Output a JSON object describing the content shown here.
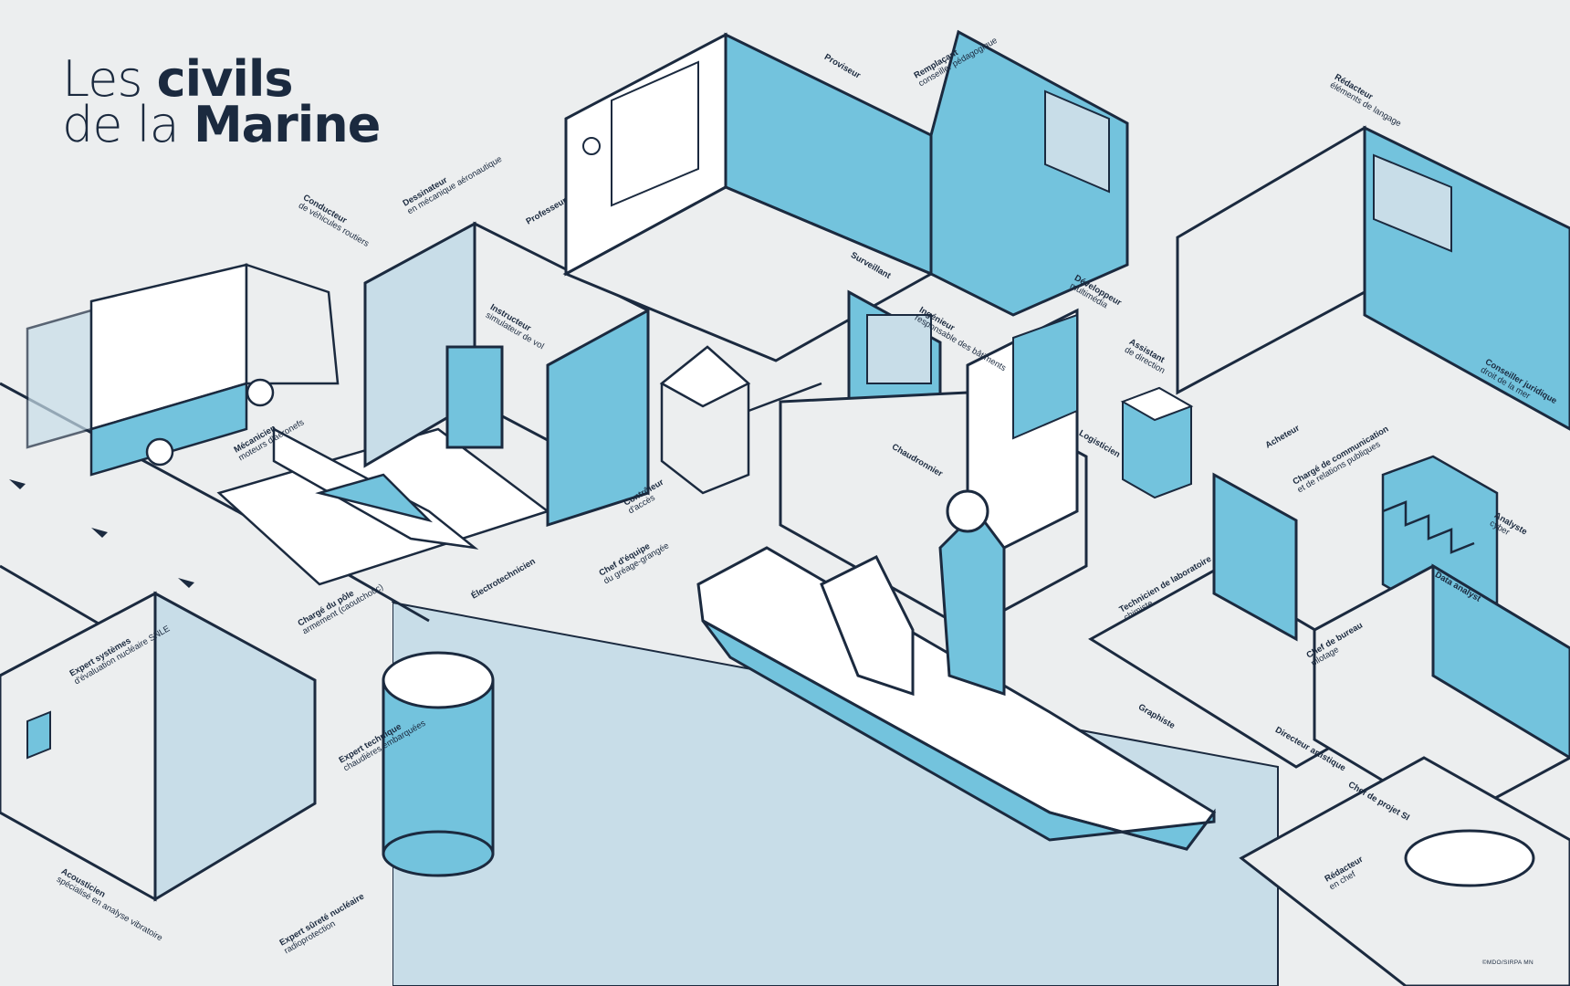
{
  "title": {
    "line1_light": "Les",
    "line1_bold": "civils",
    "line2_light": "de la",
    "line2_bold": "Marine"
  },
  "credit": "©MDO/SIRPA MN",
  "colors": {
    "blue": "#73c3dd",
    "light_blue": "#c8dde8",
    "navy": "#1b2a3f",
    "grey": "#eceeef",
    "white": "#ffffff"
  },
  "labels": [
    {
      "role": "Proviseur",
      "desc": ""
    },
    {
      "role": "Remplaçant",
      "desc": "conseiller pédagogique"
    },
    {
      "role": "Rédacteur",
      "desc": "éléments de langage"
    },
    {
      "role": "Conducteur",
      "desc": "de véhicules routiers"
    },
    {
      "role": "Dessinateur",
      "desc": "en mécanique aéronautique"
    },
    {
      "role": "Professeur",
      "desc": ""
    },
    {
      "role": "Surveillant",
      "desc": ""
    },
    {
      "role": "Développeur",
      "desc": "multimédia"
    },
    {
      "role": "Instructeur",
      "desc": "simulateur de vol"
    },
    {
      "role": "Ingénieur",
      "desc": "responsable des bâtiments"
    },
    {
      "role": "Assistant",
      "desc": "de direction"
    },
    {
      "role": "Conseiller juridique",
      "desc": "droit de la mer"
    },
    {
      "role": "Mécanicien",
      "desc": "moteurs d'aéronefs"
    },
    {
      "role": "Chaudronnier",
      "desc": ""
    },
    {
      "role": "Logisticien",
      "desc": ""
    },
    {
      "role": "Acheteur",
      "desc": ""
    },
    {
      "role": "Contrôleur",
      "desc": "d'accès"
    },
    {
      "role": "Chargé de communication",
      "desc": "et de relations publiques"
    },
    {
      "role": "Analyste",
      "desc": "cyber"
    },
    {
      "role": "Électrotechnicien",
      "desc": ""
    },
    {
      "role": "Chef d'équipe",
      "desc": "du gréage-grangée"
    },
    {
      "role": "Chargé du pôle",
      "desc": "armement (caoutchouc)"
    },
    {
      "role": "Data analyst",
      "desc": ""
    },
    {
      "role": "Technicien de laboratoire",
      "desc": "chimiste"
    },
    {
      "role": "Chef de bureau",
      "desc": "pilotage"
    },
    {
      "role": "Expert systèmes",
      "desc": "d'évaluation nucléaire SNLE"
    },
    {
      "role": "Expert technique",
      "desc": "chaudières embarquées"
    },
    {
      "role": "Graphiste",
      "desc": ""
    },
    {
      "role": "Directeur artistique",
      "desc": ""
    },
    {
      "role": "Chef de projet SI",
      "desc": ""
    },
    {
      "role": "Acousticien",
      "desc": "spécialisé en analyse vibratoire"
    },
    {
      "role": "Expert sûreté nucléaire",
      "desc": "radioprotection"
    },
    {
      "role": "Rédacteur",
      "desc": "en chef"
    }
  ]
}
